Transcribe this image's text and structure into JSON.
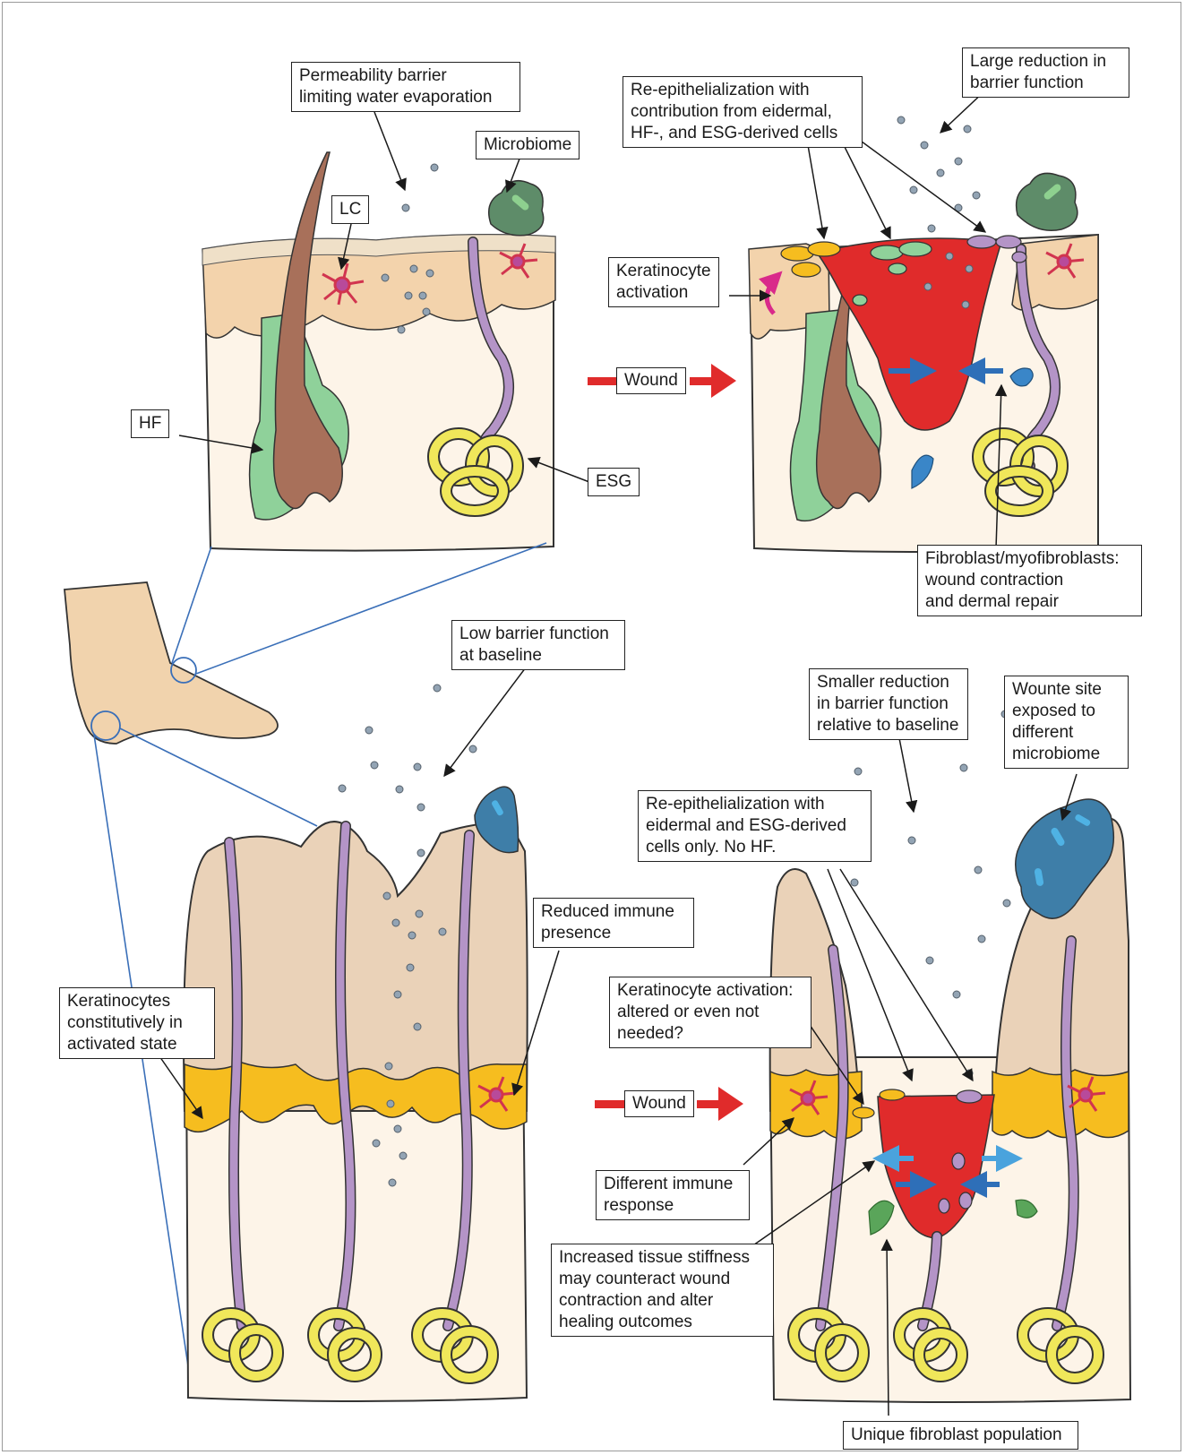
{
  "colors": {
    "epidermis": "#f3d3ac",
    "dermis": "#fdf4e8",
    "plantar_epidermis": "#ead2b8",
    "activated_keratinocytes": "#f6bd1f",
    "hair_shaft": "#a8705a",
    "follicle_sheath": "#8fd19a",
    "sweat_duct": "#b494c7",
    "sweat_gland_coil": "#f0e75a",
    "wound_bed": "#e02b2b",
    "langerhans_cell": "#d1344f",
    "microbiome_dorsal": "#5e8c69",
    "microbiome_plantar": "#3e7ea8",
    "fibroblast_dorsal": "#3a86c8",
    "fibroblast_plantar": "#5aa55a",
    "water_dot": "#93a4b4",
    "wound_arrow": "#e02b2b",
    "contraction_arrow": "#2e6fb8",
    "plantar_contraction_arrow": "#4aa3dd",
    "blue_lines": "#3a6fb8",
    "foot_skin": "#f1d3ad"
  },
  "icons": [
    "foot-icon",
    "langerhans-cell-icon",
    "fibroblast-icon",
    "sweat-gland-icon",
    "hair-follicle-icon",
    "microbiome-icon"
  ],
  "labels": {
    "permeability": "Permeability barrier\nlimiting water evaporation",
    "microbiome": "Microbiome",
    "lc": "LC",
    "hf": "HF",
    "esg": "ESG",
    "wound_top": "Wound",
    "reepith_top": "Re-epithelialization with\ncontribution from eidermal,\nHF-, and ESG-derived cells",
    "large_reduction": "Large reduction in\nbarrier function",
    "kera_activation": "Keratinocyte\nactivation",
    "fibroblast_top": "Fibroblast/myofibroblasts:\nwound contraction\nand dermal repair",
    "low_barrier": "Low barrier function\nat baseline",
    "smaller_reduction": "Smaller reduction\nin barrier function\nrelative to baseline",
    "wound_site": "Wounte site\nexposed to\ndifferent\nmicrobiome",
    "reepith_bottom": "Re-epithelialization with\neidermal and ESG-derived\ncells only. No HF.",
    "reduced_immune": "Reduced immune\npresence",
    "kera_constitutive": "Keratinocytes\nconstitutively in\nactivated state",
    "kera_altered": "Keratinocyte activation:\naltered or even not\nneeded?",
    "wound_bottom": "Wound",
    "different_immune": "Different immune\nresponse",
    "stiffness": "Increased tissue stiffness\nmay counteract wound\ncontraction and alter\nhealing outcomes",
    "unique_fibroblast": "Unique fibroblast population"
  }
}
